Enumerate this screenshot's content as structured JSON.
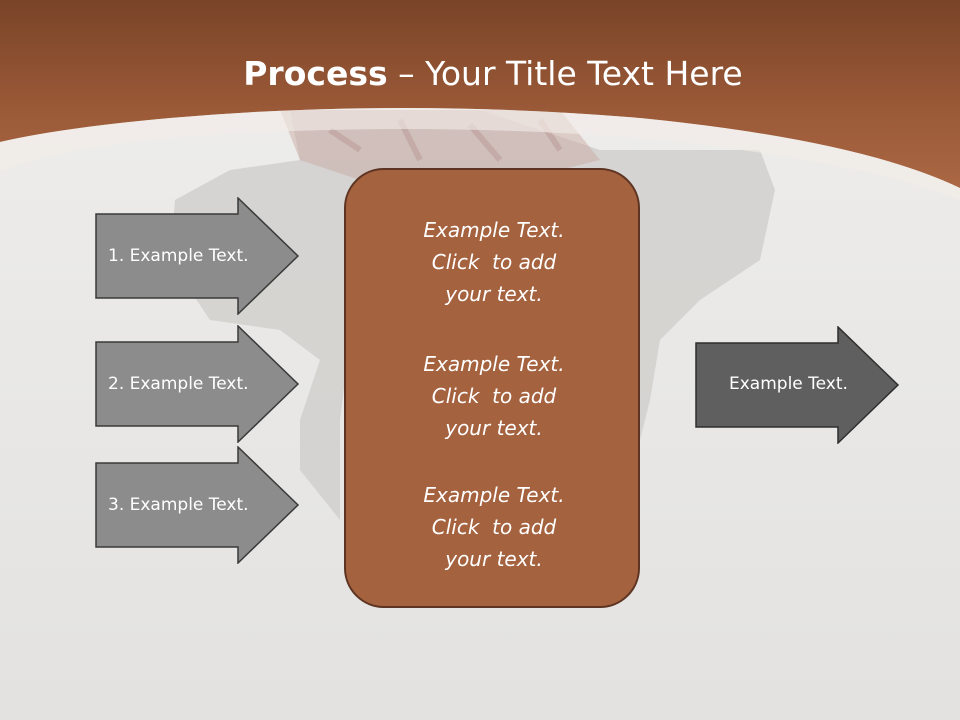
{
  "slide": {
    "title_bold": "Process",
    "title_rest": " – Your Title Text Here",
    "inputs": [
      {
        "label": "1. Example Text."
      },
      {
        "label": "2. Example Text."
      },
      {
        "label": "3. Example Text."
      }
    ],
    "center_blocks": [
      {
        "line1": "Example Text.",
        "line2": "Click  to add",
        "line3": "your text."
      },
      {
        "line1": "Example Text.",
        "line2": "Click  to add",
        "line3": "your text."
      },
      {
        "line1": "Example Text.",
        "line2": "Click  to add",
        "line3": "your text."
      }
    ],
    "output": {
      "label": "Example Text."
    }
  },
  "colors": {
    "header_brown": "#9b5a38",
    "box_fill": "#a5623f",
    "box_border": "#5d3422",
    "arrow_light": "#8c8c8c",
    "arrow_dark": "#5f5f5f",
    "background": "#e9e8e6"
  }
}
